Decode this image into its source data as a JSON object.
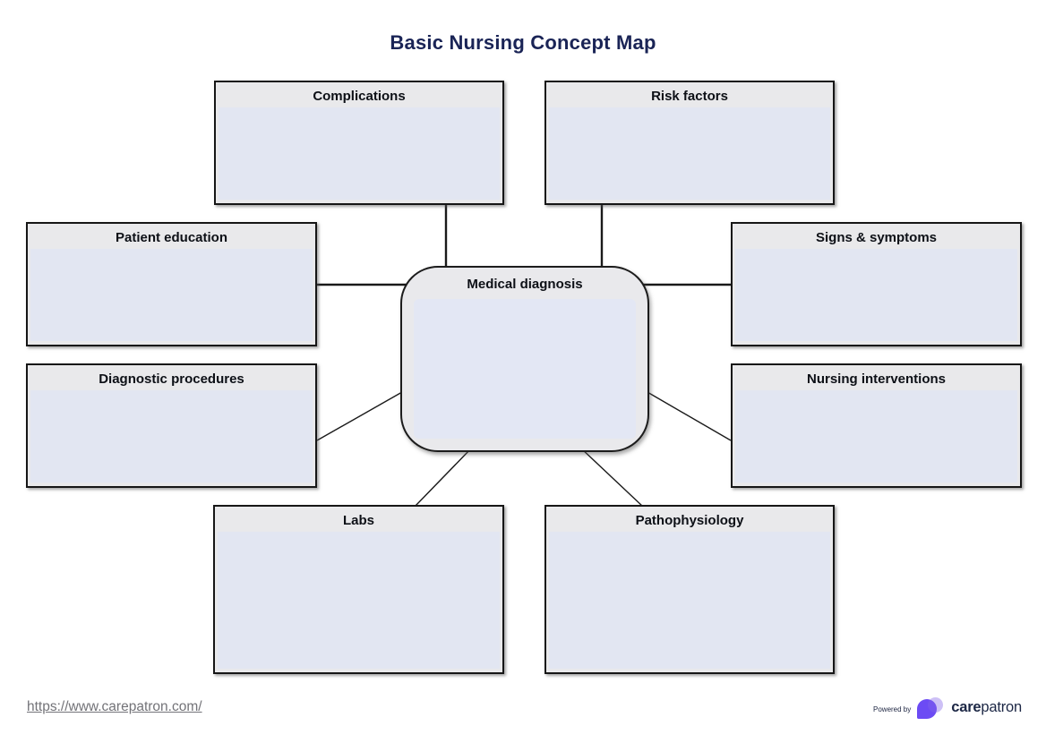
{
  "title": "Basic Nursing Concept Map",
  "center": {
    "label": "Medical diagnosis"
  },
  "nodes": [
    {
      "id": "complications",
      "label": "Complications"
    },
    {
      "id": "risk-factors",
      "label": "Risk factors"
    },
    {
      "id": "patient-education",
      "label": "Patient education"
    },
    {
      "id": "signs-symptoms",
      "label": "Signs & symptoms"
    },
    {
      "id": "diagnostic-procedures",
      "label": "Diagnostic procedures"
    },
    {
      "id": "nursing-interventions",
      "label": "Nursing interventions"
    },
    {
      "id": "labs",
      "label": "Labs"
    },
    {
      "id": "pathophysiology",
      "label": "Pathophysiology"
    }
  ],
  "footer": {
    "link_text": "https://www.carepatron.com/",
    "link_href": "https://www.carepatron.com/",
    "powered_by": "Powered by",
    "brand_bold": "care",
    "brand_regular": "patron"
  },
  "colors": {
    "title_navy": "#1a2456",
    "box_border": "#161616",
    "box_header_bg": "#e9e9eb",
    "box_body_bg": "#e2e6f2",
    "center_body_bg": "#e3e7f4",
    "connector": "#1a1a1a",
    "brand_purple": "#6c4bf4",
    "brand_navy": "#1c2745",
    "link_gray": "#737378"
  }
}
